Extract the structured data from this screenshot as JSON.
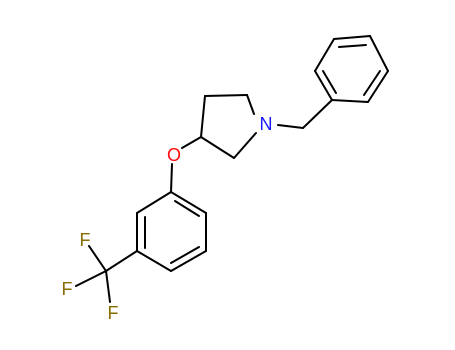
{
  "structure": {
    "atoms": {
      "nitrogen": {
        "label": "N",
        "color": "#1a1aff"
      },
      "oxygen": {
        "label": "O",
        "color": "#ff0d0d"
      },
      "fluorine_1": {
        "label": "F",
        "color": "#8a6d00"
      },
      "fluorine_2": {
        "label": "F",
        "color": "#8a6d00"
      },
      "fluorine_3": {
        "label": "F",
        "color": "#8a6d00"
      }
    },
    "bond_color": "#000000"
  }
}
